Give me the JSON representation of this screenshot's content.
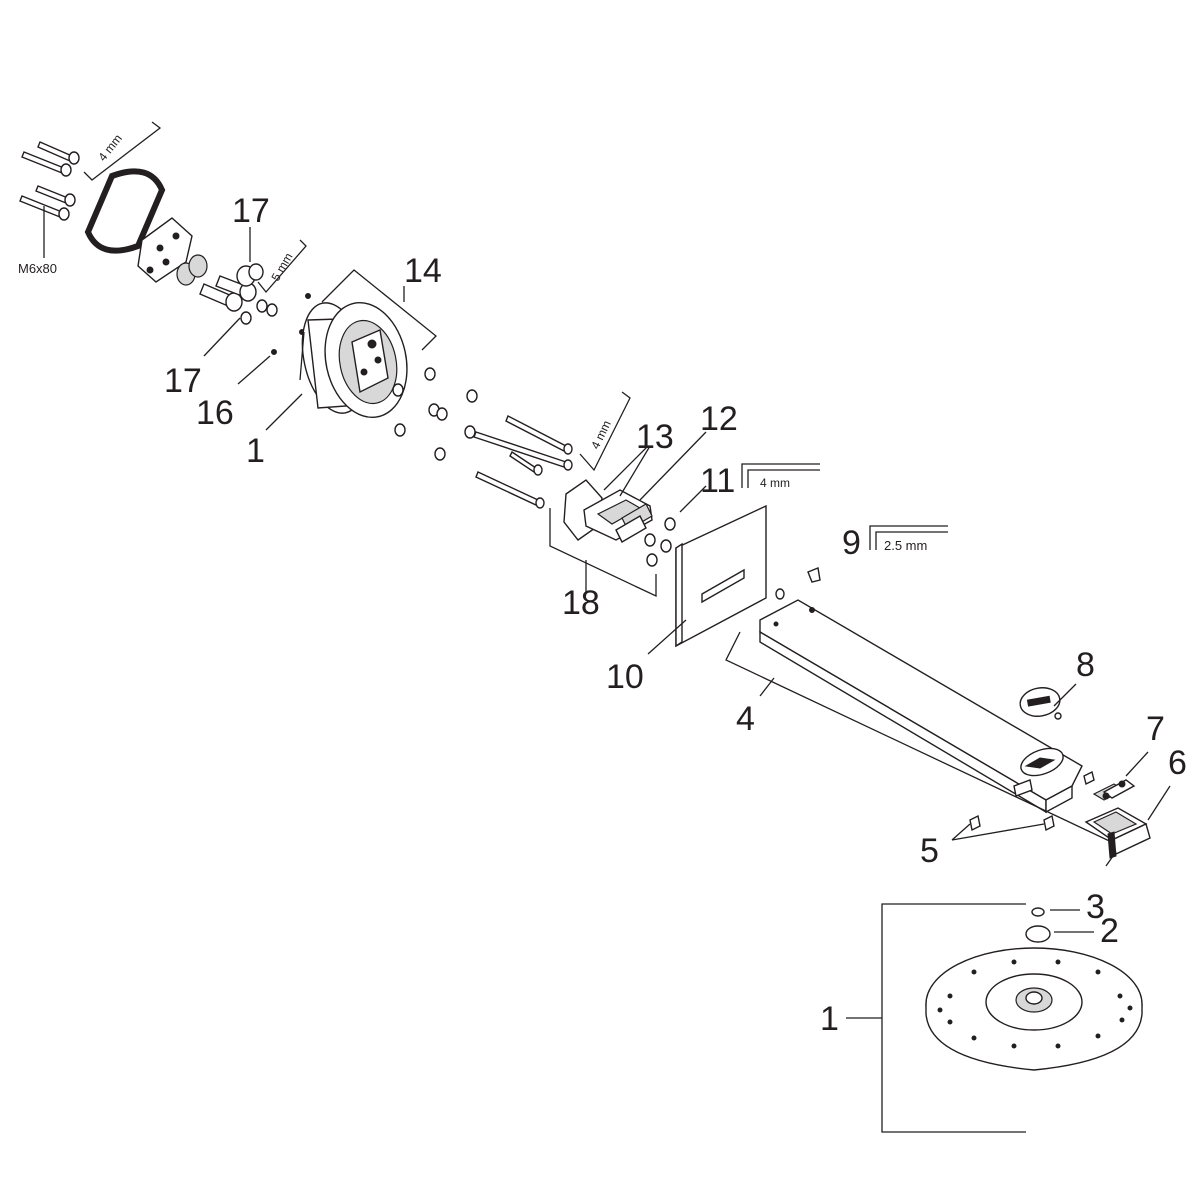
{
  "callouts": {
    "c1_top": "1",
    "c1_bottom": "1",
    "c2": "2",
    "c3": "3",
    "c4": "4",
    "c5": "5",
    "c6": "6",
    "c7": "7",
    "c8": "8",
    "c9": "9",
    "c10": "10",
    "c11": "11",
    "c12": "12",
    "c13": "13",
    "c14": "14",
    "c16": "16",
    "c17_top": "17",
    "c17_bottom": "17",
    "c18": "18"
  },
  "tool_labels": {
    "wrench_4mm_top": "4 mm",
    "wrench_5mm": "5 mm",
    "wrench_4mm_mid": "4 mm",
    "wrench_4mm_right": "4 mm",
    "wrench_2_5mm": "2.5 mm"
  },
  "screw_spec": "M6x80",
  "colors": {
    "line": "#231f20",
    "fill_gray": "#d8d8d8",
    "background": "#ffffff"
  }
}
